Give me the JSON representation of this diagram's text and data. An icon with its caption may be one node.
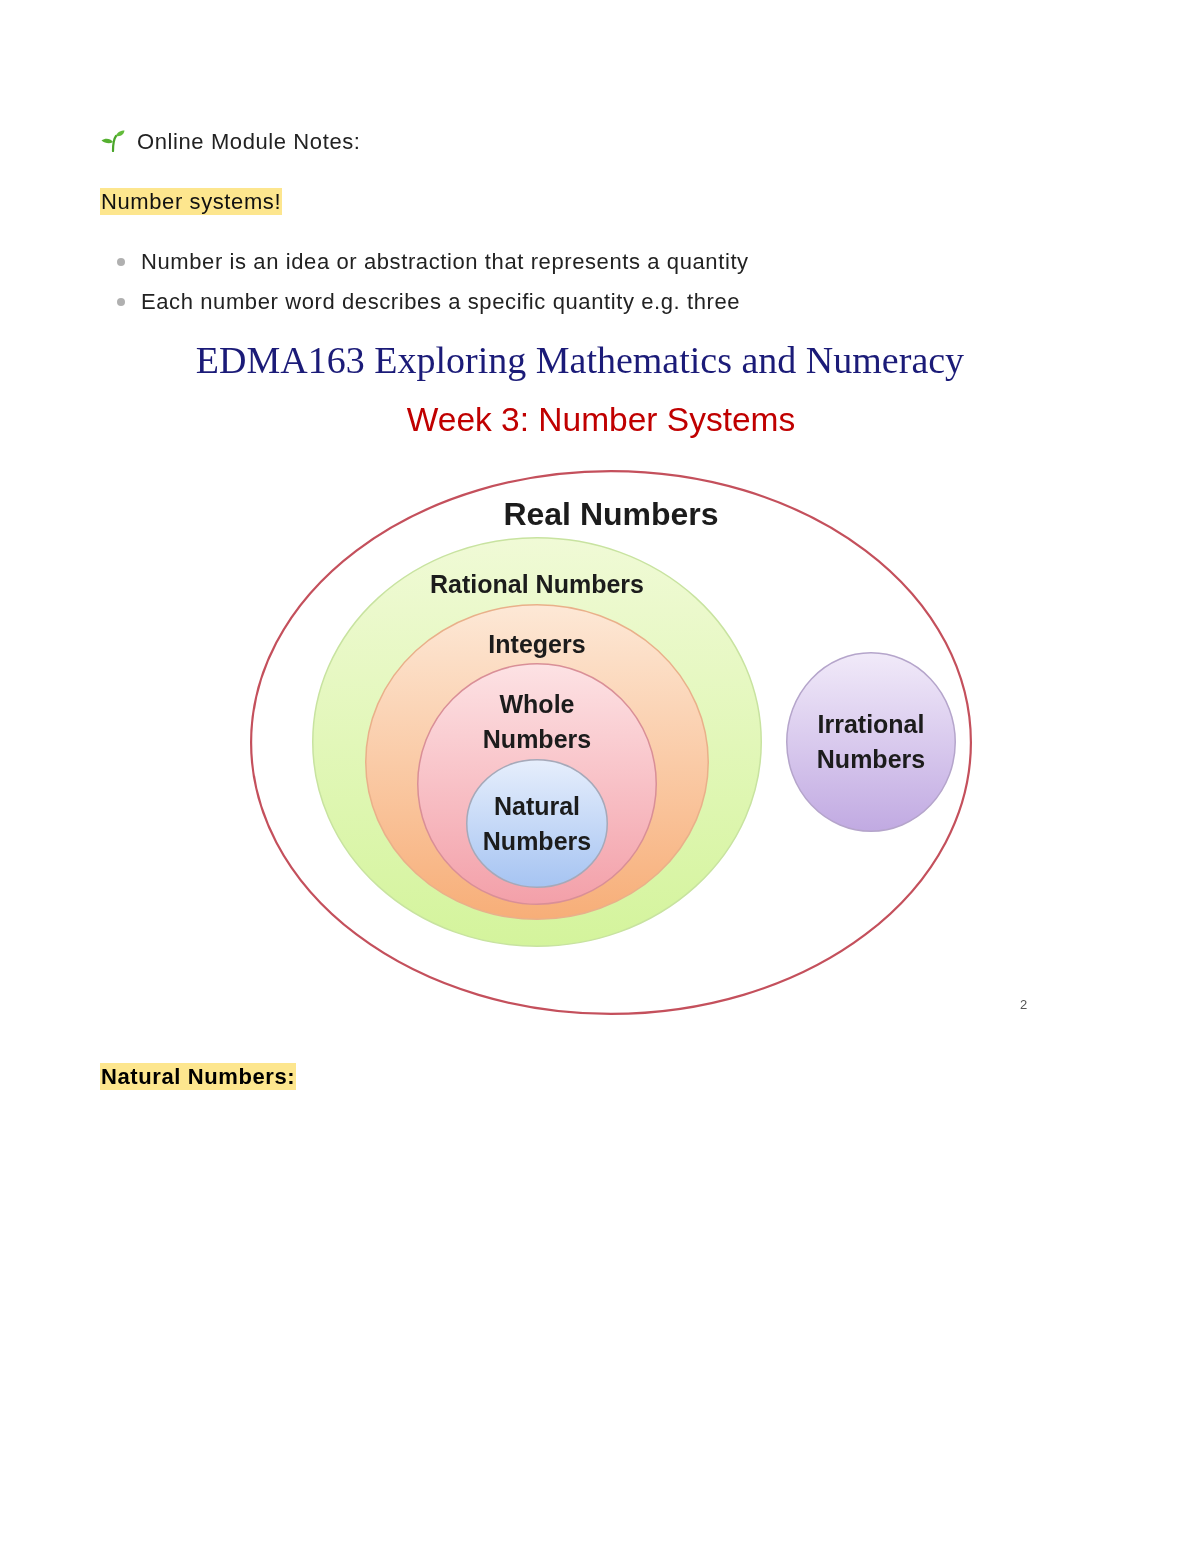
{
  "diagram": {
    "nodes": [
      {
        "text": [
          "Real Numbers"
        ]
      },
      {
        "text": [
          "Rational Numbers"
        ],
        "in": 0
      },
      {
        "text": [
          "Integers"
        ],
        "in": 1
      },
      {
        "text": [
          "Whole Numbers"
        ],
        "in": 2
      },
      {
        "text": [
          "Natural Numbers"
        ],
        "in": 3
      },
      {
        "text": [
          "Irrational Numbers"
        ],
        "in": 0
      }
    ],
    "labels": [
      "Online Module Notes:",
      "Number systems!",
      "Number is an idea or abstraction that represents a quantity",
      "Each number word describes a specific quantity e.g. three",
      "EDMA163 Exploring Mathematics and Numeracy",
      "Week 3: Number Systems",
      "2",
      "Natural Numbers:"
    ]
  }
}
